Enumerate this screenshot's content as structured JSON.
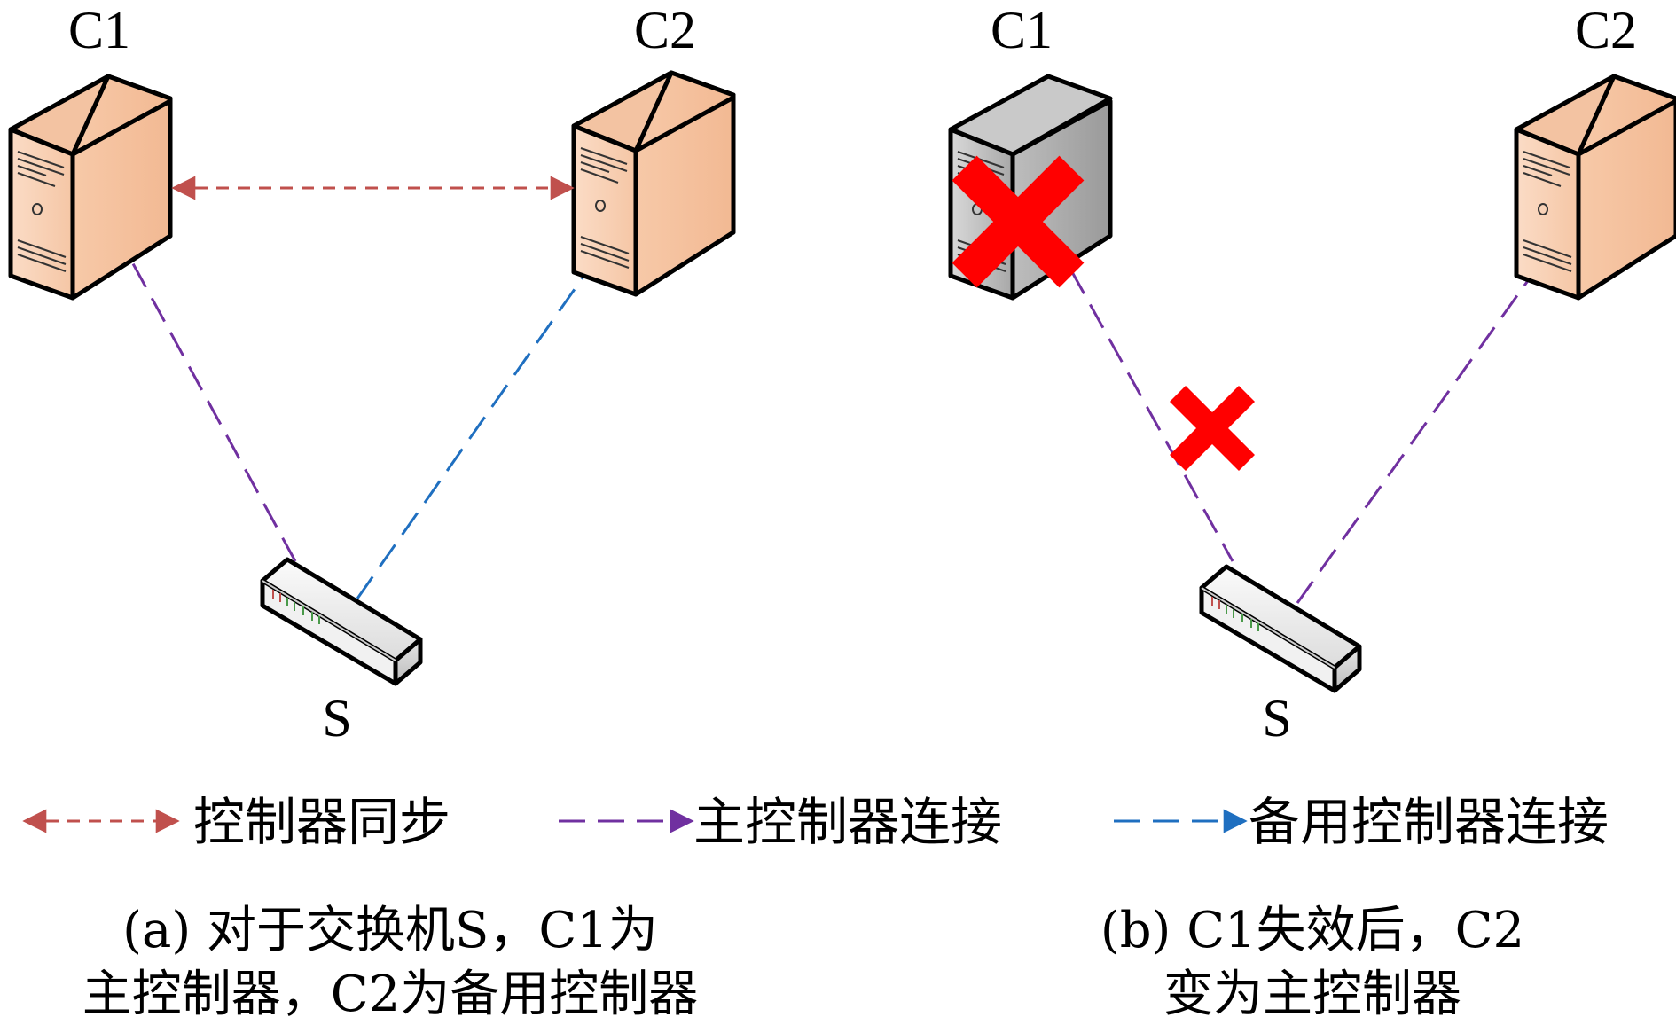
{
  "panel_a": {
    "c1_label": "C1",
    "c2_label": "C2",
    "switch_label": "S",
    "caption_line1": "(a) 对于交换机S，C1为",
    "caption_line2": "主控制器，C2为备用控制器"
  },
  "panel_b": {
    "c1_label": "C1",
    "c2_label": "C2",
    "switch_label": "S",
    "caption_line1": "(b) C1失效后，C2",
    "caption_line2": "变为主控制器"
  },
  "legend": {
    "sync": "控制器同步",
    "primary": "主控制器连接",
    "backup": "备用控制器连接"
  },
  "colors": {
    "sync": "#c0504d",
    "primary": "#7030a0",
    "backup": "#1f6fc0",
    "server_active": "#f9d3b6",
    "server_failed": "#b8b8b8",
    "failure_mark": "#ff0000"
  },
  "icons": {
    "server": "server-tower-icon",
    "switch": "network-switch-icon",
    "failure": "red-x-icon"
  }
}
